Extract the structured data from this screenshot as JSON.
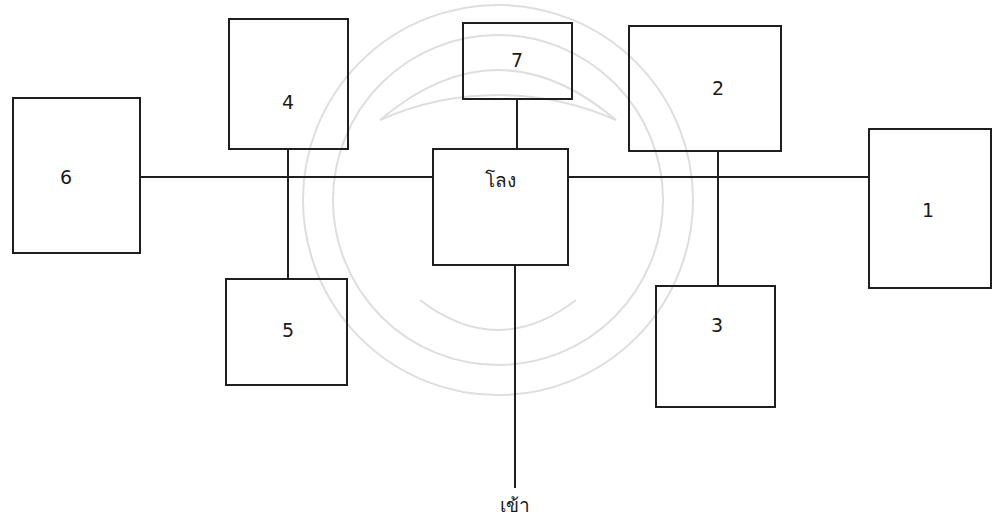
{
  "diagram": {
    "nodes": [
      {
        "text": [
          "4"
        ]
      },
      {
        "text": [
          "7"
        ]
      },
      {
        "text": [
          "2"
        ]
      },
      {
        "text": [
          "6"
        ]
      },
      {
        "text": [
          "โลง"
        ]
      },
      {
        "text": [
          "1"
        ]
      },
      {
        "text": [
          "5"
        ]
      },
      {
        "text": [
          "3"
        ]
      }
    ],
    "edges": [
      {
        "from": 4,
        "to": 1,
        "arrow": "none"
      },
      {
        "from": 4,
        "to": 3,
        "arrow": "none"
      },
      {
        "from": 4,
        "to": 5,
        "arrow": "none"
      },
      {
        "from": 0,
        "to": 6,
        "arrow": "none"
      },
      {
        "from": 2,
        "to": 7,
        "arrow": "none"
      }
    ],
    "labels": [
      "เข้า"
    ]
  }
}
